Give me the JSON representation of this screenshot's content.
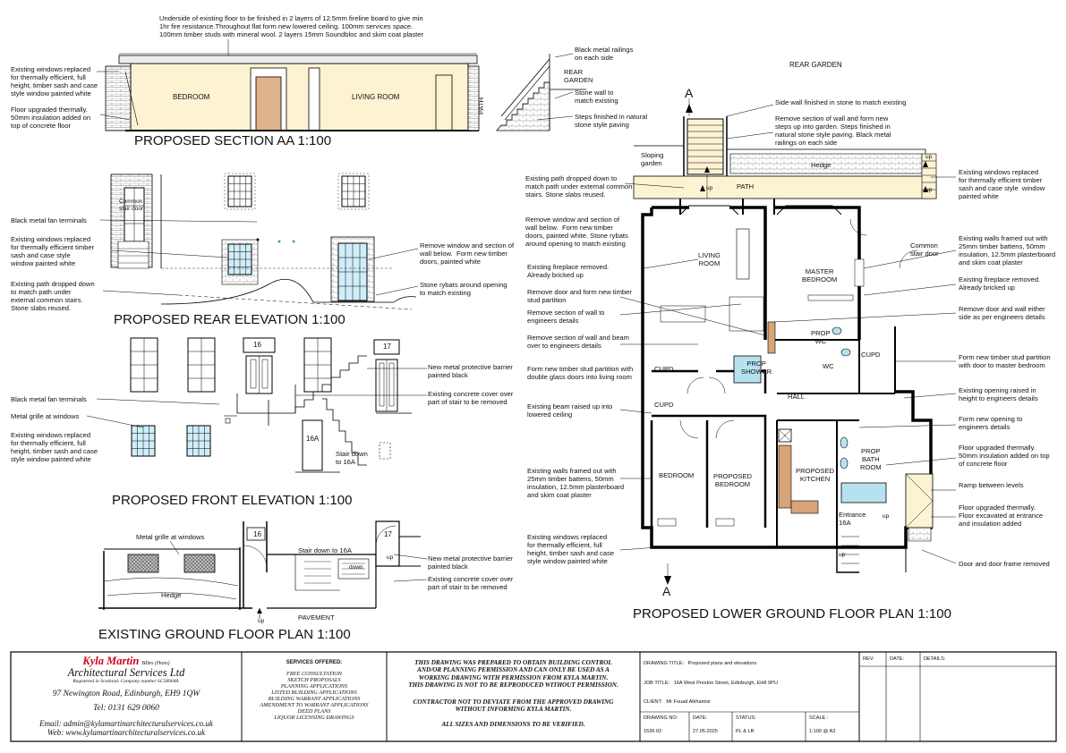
{
  "rear_garden": "REAR GARDEN",
  "section_aa": {
    "title": "PROPOSED SECTION AA 1:100",
    "note_floor": "Underside of existing floor to be finished in 2 layers of 12.5mm fireline board to give min\n1hr fire resistance.Throughout flat form new lowered ceiling. 100mm services space.\n100mm timber studs with mineral wool. 2 layers 15mm Soundbloc and skim coat plaster",
    "note_windows": "Existing windows replaced\nfor thermally efficient, full\nheight, timber sash and case\nstyle window painted white",
    "note_floor_upgrade": "Floor upgraded thermally.\n50mm insulation added on\ntop of concrete floor",
    "note_railings": "Black metal railings\non each side",
    "rear_garden": "REAR\nGARDEN",
    "note_stone_wall": "Stone wall to\nmatch existing",
    "note_steps": "Steps finished in natural\nstone style paving",
    "room_bedroom": "BEDROOM",
    "room_living": "LIVING ROOM",
    "path": "PATH"
  },
  "rear_elevation": {
    "title": "PROPOSED REAR ELEVATION 1:100",
    "note_fan": "Black metal fan terminals",
    "note_windows": "Existing windows replaced\nfor thermally efficient timber\nsash and case style\nwindow painted white",
    "note_path": "Existing path dropped down\nto match path under\nexternal common stairs.\nStone slabs reused.",
    "note_remove_window": "Remove window and section of\nwall below.  Form new timber\ndoors, painted white",
    "note_rybats": "Stone rybats around opening\nto match existing",
    "common_stair_door": "Common\nstair door"
  },
  "front_elevation": {
    "title": "PROPOSED FRONT ELEVATION 1:100",
    "door_16": "16",
    "door_17": "17",
    "door_16a": "16A",
    "stair_label": "Stair down\nto 16A",
    "note_fan": "Black metal fan terminals",
    "note_grille": "Metal grille at windows",
    "note_windows": "Existing windows replaced\nfor thermally efficient, full\nheight, timber sash and case\nstyle window painted white",
    "note_barrier": "New metal protective barrier\npainted black",
    "note_cover": "Existing concrete cover over\npart of stair to be removed"
  },
  "ground_floor": {
    "title": "EXISTING GROUND FLOOR PLAN 1:100",
    "note_grille": "Metal grille at windows",
    "door_16": "16",
    "door_17": "17",
    "stair_label": "Stair down to 16A",
    "down": "down",
    "up": "up",
    "hedge": "Hedge",
    "pavement": "PAVEMENT",
    "note_barrier": "New metal protective barrier\npainted black",
    "note_cover": "Existing concrete cover over\npart of stair to be removed"
  },
  "lower_ground": {
    "title": "PROPOSED LOWER GROUND FLOOR PLAN 1:100",
    "section_marker": "A",
    "sloping_garden": "Sloping\ngarden",
    "hedge": "Hedge",
    "path": "PATH",
    "up": "up",
    "rooms": {
      "living": "LIVING\nROOM",
      "master": "MASTER\nBEDROOM",
      "prop_wc": "PROP\nWC",
      "wc": "WC",
      "cupd": "CUPD",
      "shower": "PROP\nSHOWER",
      "hall": "HALL",
      "bedroom": "BEDROOM",
      "prop_bedroom": "PROPOSED\nBEDROOM",
      "kitchen": "PROPOSED\nKITCHEN",
      "bathroom": "PROP\nBATH\nROOM",
      "entrance": "Entrance\n16A"
    },
    "notes_left": {
      "path": "Existing path dropped down to\nmatch path under external common\nstairs. Stone slabs reused.",
      "window": "Remove window and section of\nwall below.  Form new timber\ndoors, painted white. Stone rybats\naround opening to match existing",
      "fireplace": "Existing fireplace removed.\nAlready bricked up",
      "door": "Remove door and form new timber\nstud partition",
      "wall": "Remove section of wall to\nengineers details",
      "wall_beam": "Remove section of wall and beam\nover to engineers details",
      "partition": "Form new timber stud partition with\ndouble glass doors into living room",
      "beam": "Existing beam raised up into\nlowered ceiling",
      "walls_framed": "Existing walls framed out with\n25mm timber battens, 50mm\ninsulation, 12.5mm plasterboard\nand skim coat plaster",
      "windows": "Existing windows replaced\nfor thermally efficient, full\nheight, timber sash and case\nstyle window painted white"
    },
    "notes_top": {
      "side_wall": "Side wall finished in stone to match existing",
      "steps": "Remove section of wall and form new\nsteps up into garden. Steps finished in\nnatural stone style paving. Black metal\nrailings on each side"
    },
    "notes_right": {
      "windows": "Existing windows replaced\nfor thermally efficient timber\nsash and case style  window\npainted white",
      "walls_framed": "Existing walls framed out with\n25mm timber battens, 50mm\ninsulation, 12.5mm plasterboard\nand skim coat plaster",
      "fireplace": "Existing fireplace removed.\nAlready bricked up",
      "door_wall": "Remove door and wall either\nside as per engineers details",
      "partition": "Form new timber stud partition\nwith door to master bedroom",
      "opening_raised": "Existing opening raised in\nheight to engineers details",
      "new_opening": "Form new opening to\nengineers details",
      "floor_upgraded": "Floor upgraded thermally.\n50mm insulation added on top\nof concrete floor",
      "ramp": "Ramp between levels",
      "floor_excavated": "Floor upgraded thermally.\nFloor excavated at entrance\nand insulation added",
      "door_frame": "Door and door frame removed"
    }
  },
  "title_block": {
    "company_name": "Kyla Martin",
    "company_quals": "BDes (Hons)",
    "company_subtitle": "Architectural Services Ltd",
    "registered": "Registered in Scotland. Company number SC589048.",
    "address": "97 Newington Road, Edinburgh, EH9 1QW",
    "tel": "Tel: 0131 629 0060",
    "email": "Email: admin@kylamartinarchitecturalservices.co.uk",
    "web": "Web: www.kylamartinarchitecturalservices.co.uk",
    "services_heading": "SERVICES OFFERED:",
    "services": "FREE CONSULTATION\nSKETCH PROPOSALS\nPLANNING APPLICATIONS\nLISTED BUILDING APPLICATIONS\nBUILDING WARRANT APPLICATIONS\nAMENDMENT TO WARRANT APPLICATIONS\nDEED PLANS\nLIQUOR LICENSING DRAWINGS",
    "notice1": "THIS DRAWING WAS PREPARED TO OBTAIN BUILDING CONTROL\nAND/OR PLANNING PERMISSION AND CAN ONLY BE USED AS A\nWORKING DRAWING WITH PERMISSION FROM KYLA MARTIN.\nTHIS DRAWING IS NOT TO BE REPRODUCED WITHOUT PERMISSION.",
    "notice2": "CONTRACTOR NOT TO DEVIATE FROM THE APPROVED DRAWING\nWITHOUT INFORMING KYLA MARTIN.",
    "notice3": "ALL SIZES AND DIMENSIONS TO BE VERIFIED.",
    "drawing_title_label": "DRAWING TITLE:",
    "drawing_title": "Proposed plans and elevations",
    "job_title_label": "JOB TITLE:",
    "job_title": "16A West Preston Street, Edinburgh, EH8 9PU",
    "client_label": "CLIENT:",
    "client": "Mr Fouad Alkhamisi",
    "drawing_no_label": "DRAWING NO:",
    "drawing_no": "1536 02",
    "date_label": "DATE:",
    "date": "27.05.2025",
    "status_label": "STATUS:",
    "status": "PL & LB",
    "scale_label": "SCALE :",
    "scale": "1:100 @ A3",
    "rev_label": "REV:",
    "rev_date_label": "DATE:",
    "details_label": "DETAILS:"
  }
}
